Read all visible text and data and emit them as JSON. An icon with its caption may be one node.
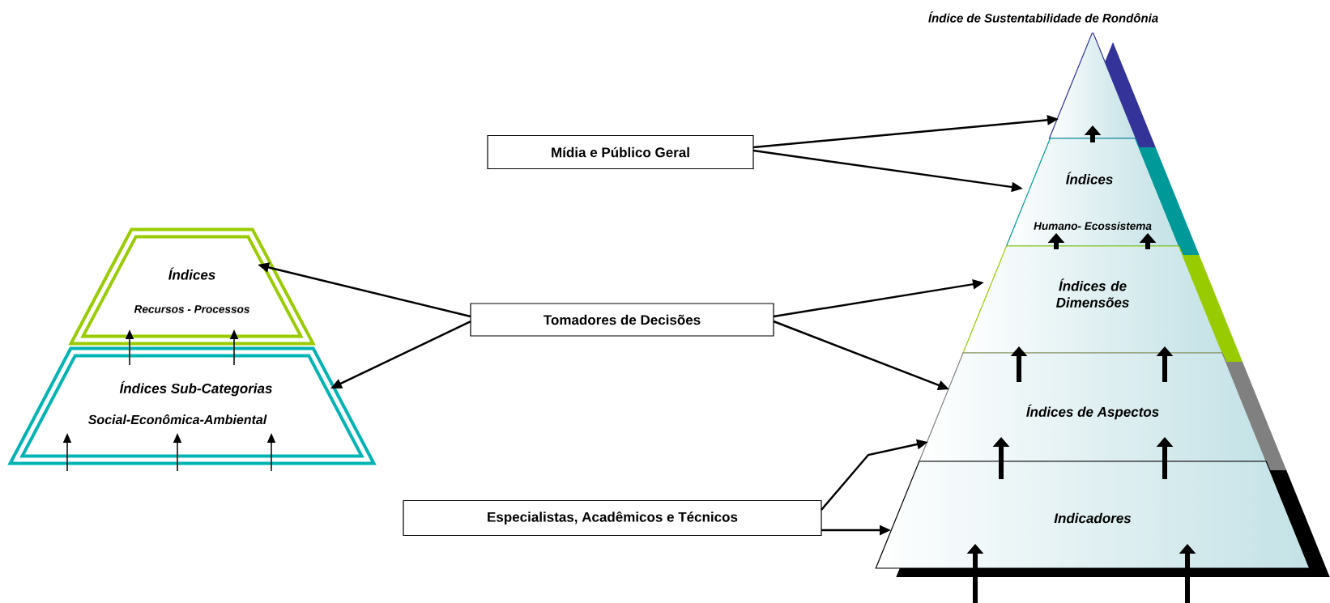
{
  "diagram": {
    "nodes": [
      {
        "text": [
          "Índice de Sustentabilidade de Rondônia"
        ]
      },
      {
        "text": [
          "Índices",
          "Humano- Ecossistema"
        ]
      },
      {
        "text": [
          "Índices de Dimensões"
        ]
      },
      {
        "text": [
          "Índices de Aspectos"
        ]
      },
      {
        "text": [
          "Indicadores"
        ]
      },
      {
        "text": [
          "Mídia e Público Geral"
        ]
      },
      {
        "text": [
          "Tomadores de Decisões"
        ]
      },
      {
        "text": [
          "Especialistas, Acadêmicos e  Técnicos"
        ]
      },
      {
        "text": [
          "Índices",
          "Recursos - Processos"
        ]
      },
      {
        "text": [
          "Índices Sub-Categorias",
          "Social-Econômica-Ambiental"
        ]
      }
    ],
    "edges": [
      {
        "from": 5,
        "to": 0,
        "arrow": "to"
      },
      {
        "from": 5,
        "to": 1,
        "arrow": "to"
      },
      {
        "from": 6,
        "to": 8,
        "arrow": "to"
      },
      {
        "from": 6,
        "to": 9,
        "arrow": "to"
      },
      {
        "from": 6,
        "to": 2,
        "arrow": "to"
      },
      {
        "from": 6,
        "to": 3,
        "arrow": "to"
      },
      {
        "from": 7,
        "to": 3,
        "arrow": "to"
      },
      {
        "from": 7,
        "to": 4,
        "arrow": "to"
      },
      {
        "from": 1,
        "to": 0,
        "arrow": "to",
        "style": "thick"
      },
      {
        "from": 2,
        "to": 1,
        "arrow": "to",
        "style": "thick"
      },
      {
        "from": 2,
        "to": 1,
        "arrow": "to",
        "style": "thick"
      },
      {
        "from": 3,
        "to": 2,
        "arrow": "to",
        "style": "thick"
      },
      {
        "from": 3,
        "to": 2,
        "arrow": "to",
        "style": "thick"
      },
      {
        "from": 4,
        "to": 3,
        "arrow": "to",
        "style": "thick"
      },
      {
        "from": 4,
        "to": 3,
        "arrow": "to",
        "style": "thick"
      },
      {
        "from": null,
        "to": 4,
        "arrow": "to",
        "style": "thick"
      },
      {
        "from": null,
        "to": 4,
        "arrow": "to",
        "style": "thick"
      },
      {
        "from": 9,
        "to": 8,
        "arrow": "to"
      },
      {
        "from": 9,
        "to": 8,
        "arrow": "to"
      },
      {
        "from": null,
        "to": 9,
        "arrow": "to"
      },
      {
        "from": null,
        "to": 9,
        "arrow": "to"
      },
      {
        "from": null,
        "to": 9,
        "arrow": "to"
      }
    ]
  }
}
